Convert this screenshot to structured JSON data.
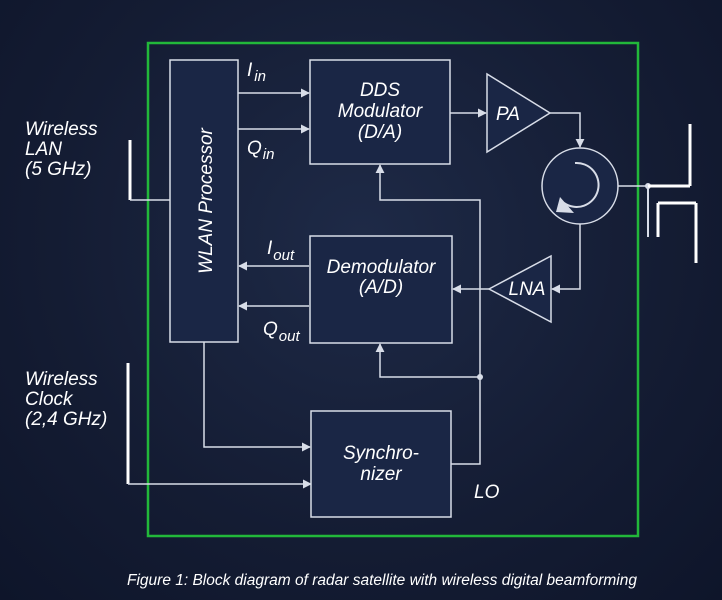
{
  "wlan_processor": {
    "label": "WLAN Processor"
  },
  "dds_modulator": {
    "line1": "DDS",
    "line2": "Modulator",
    "line3": "(D/A)"
  },
  "demodulator": {
    "line1": "Demodulator",
    "line2": "(A/D)"
  },
  "synchronizer": {
    "line1": "Synchro-",
    "line2": "nizer"
  },
  "pa": {
    "label": "PA"
  },
  "lna": {
    "label": "LNA"
  },
  "signals": {
    "i_in": {
      "main": "I",
      "sub": "in"
    },
    "q_in": {
      "main": "Q",
      "sub": "in"
    },
    "i_out": {
      "main": "I",
      "sub": "out"
    },
    "q_out": {
      "main": "Q",
      "sub": "out"
    },
    "lo": "LO"
  },
  "external": {
    "wireless_lan": {
      "line1": "Wireless",
      "line2": "LAN",
      "line3": "(5 GHz)"
    },
    "wireless_clock": {
      "line1": "Wireless",
      "line2": "Clock",
      "line3": "(2,4 GHz)"
    }
  },
  "caption": "Figure 1: Block diagram of radar satellite with wireless digital beamforming",
  "colors": {
    "background": "#141c33",
    "border": "#22b83a",
    "block_fill": "#1a2645",
    "line": "#d8dde8",
    "text": "#ffffff"
  }
}
